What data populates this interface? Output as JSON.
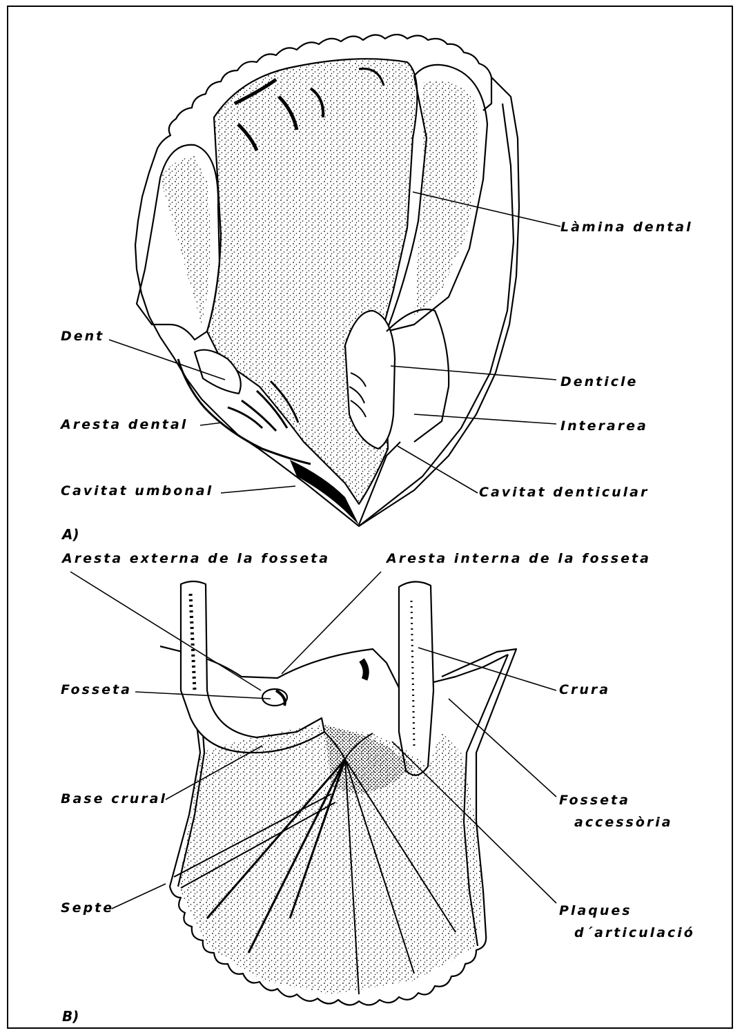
{
  "colors": {
    "ink": "#000000",
    "paper": "#ffffff"
  },
  "panel_a": {
    "panel_label": "A)",
    "labels": {
      "lamina_dental": "Làmina dental",
      "dent": "Dent",
      "denticle": "Denticle",
      "aresta_dental": "Aresta dental",
      "interarea": "Interarea",
      "cavitat_umbonal": "Cavitat umbonal",
      "cavitat_denticular": "Cavitat denticular"
    }
  },
  "panel_b": {
    "panel_label": "B)",
    "labels": {
      "aresta_externa": "Aresta externa de la fosseta",
      "aresta_interna": "Aresta interna de la fosseta",
      "fosseta": "Fosseta",
      "crura": "Crura",
      "base_crural": "Base crural",
      "fosseta_accessoria_1": "Fosseta",
      "fosseta_accessoria_2": "accessòria",
      "septe": "Septe",
      "plaques_1": "Plaques",
      "plaques_2": "d´articulació"
    }
  }
}
